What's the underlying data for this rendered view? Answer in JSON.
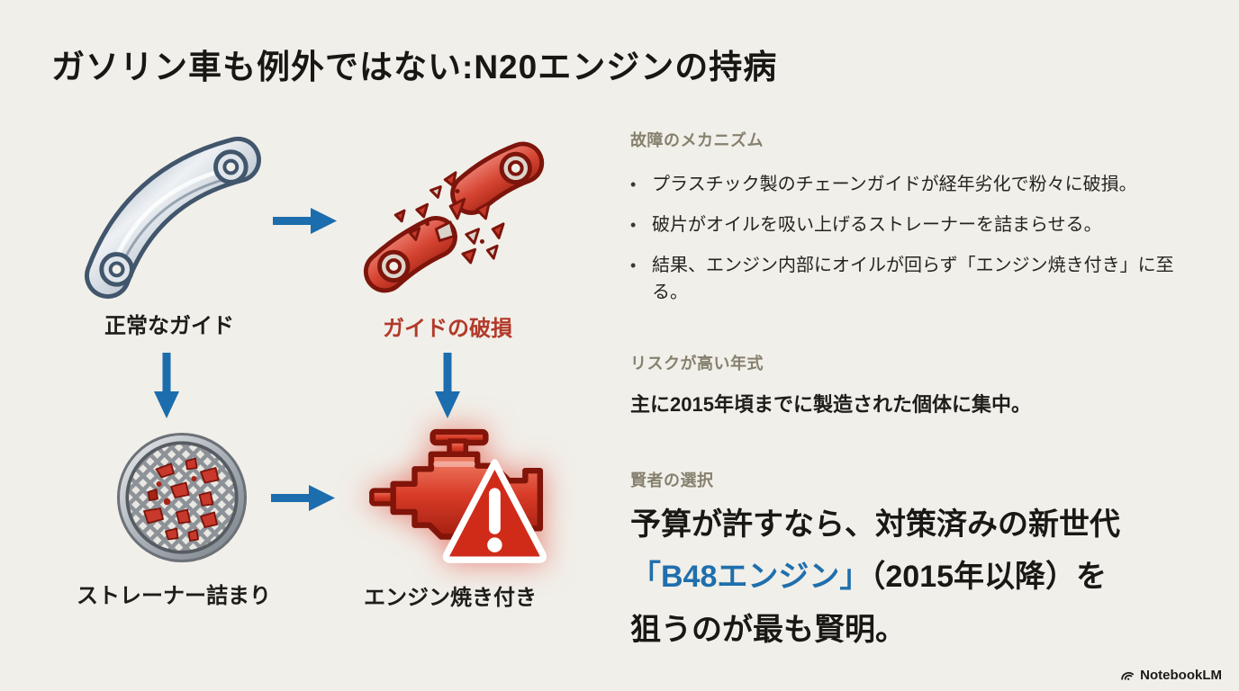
{
  "slide": {
    "title": "ガソリン車も例外ではない:N20エンジンの持病",
    "background_color": "#f1efe9"
  },
  "diagram": {
    "arrow_color": "#1c6dad",
    "nodes": [
      {
        "id": "normal-guide",
        "label": "正常なガイド",
        "label_color": "#1f1d1a",
        "icon": "chain-guide-icon"
      },
      {
        "id": "broken-guide",
        "label": "ガイドの破損",
        "label_color": "#b23a2a",
        "icon": "shattered-guide-icon"
      },
      {
        "id": "clogged-strainer",
        "label": "ストレーナー詰まり",
        "label_color": "#1f1d1a",
        "icon": "oil-strainer-icon"
      },
      {
        "id": "engine-seizure",
        "label": "エンジン焼き付き",
        "label_color": "#1f1d1a",
        "icon": "engine-warning-icon"
      }
    ]
  },
  "bullet_char": "•",
  "sections": [
    {
      "heading": "故障のメカニズム",
      "bullets": [
        "プラスチック製のチェーンガイドが経年劣化で粉々に破損。",
        "破片がオイルを吸い上げるストレーナーを詰まらせる。",
        "結果、エンジン内部にオイルが回らず「エンジン焼き付き」に至る。"
      ]
    },
    {
      "heading": "リスクが高い年式",
      "text": "主に2015年頃までに製造された個体に集中。"
    },
    {
      "heading": "賢者の選択",
      "statement": {
        "line1": "予算が許すなら、対策済みの新世代",
        "highlight": "「B48エンジン」",
        "line2_rest": "（2015年以降）を",
        "line3": "狙うのが最も賢明。",
        "highlight_color": "#1f6fad"
      }
    }
  ],
  "footer": {
    "brand": "NotebookLM"
  },
  "colors": {
    "accent_blue": "#1c6dad",
    "danger_red": "#b23a2a",
    "heading_gray": "#86806e",
    "text_black": "#1f1d1a"
  }
}
